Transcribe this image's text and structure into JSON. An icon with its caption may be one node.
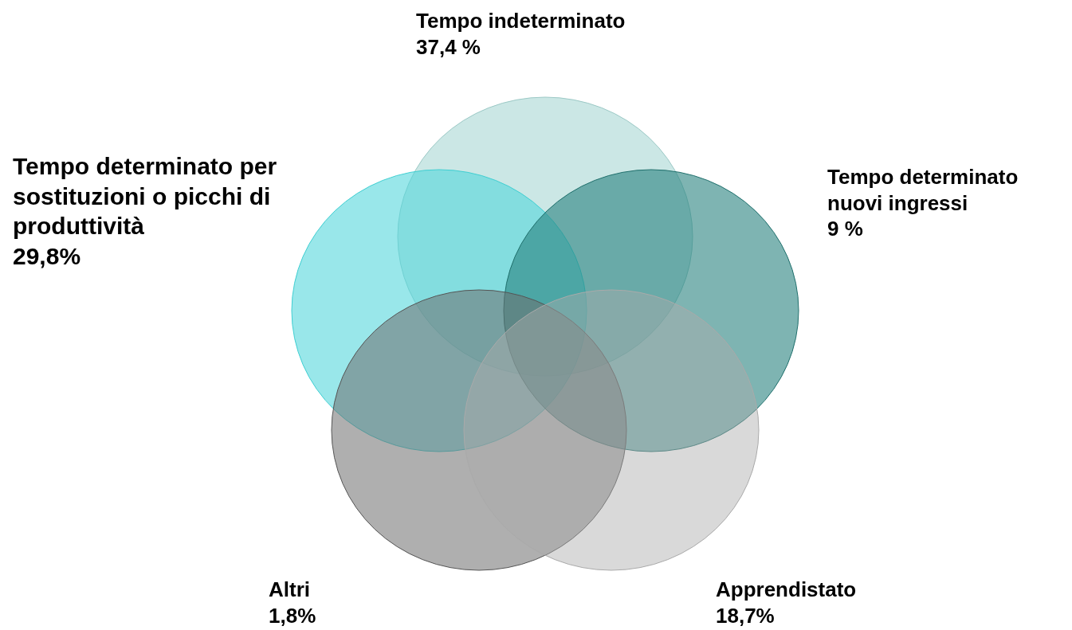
{
  "diagram": {
    "nodes": [
      {
        "text": [],
        "shape": "circle",
        "beside": [
          "Tempo indeterminato",
          "37,4 %"
        ]
      },
      {
        "text": [],
        "shape": "circle",
        "beside": [
          "Tempo determinato per sostituzioni o picchi di produttività",
          "29,8%"
        ]
      },
      {
        "text": [],
        "shape": "circle",
        "beside": [
          "Tempo determinato nuovi ingressi",
          "9 %"
        ]
      },
      {
        "text": [],
        "shape": "circle",
        "beside": [
          "Altri",
          "1,8%"
        ]
      },
      {
        "text": [],
        "shape": "circle",
        "beside": [
          "Apprendistato",
          "18,7%"
        ]
      }
    ]
  }
}
